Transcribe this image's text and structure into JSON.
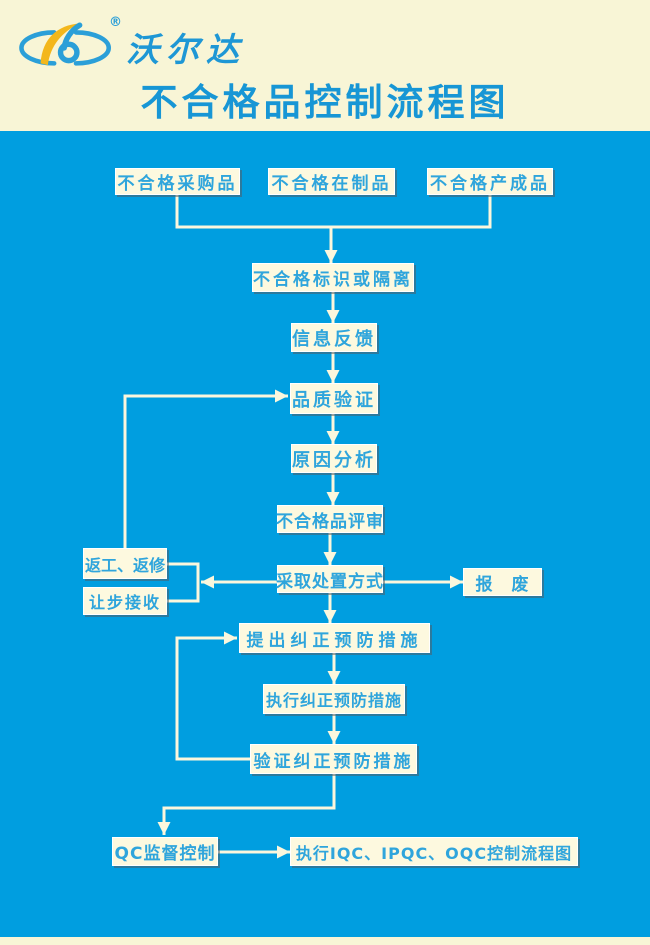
{
  "header": {
    "brand_name": "沃尔达",
    "registered_mark": "®",
    "title": "不合格品控制流程图"
  },
  "colors": {
    "page_background": "#F8F5D6",
    "flow_background": "#009EE0",
    "node_fill": "#FDF9DF",
    "node_text": "#2FA5DC",
    "title_text": "#1796D5",
    "logo_blue": "#2B9FD8",
    "logo_yellow": "#F3B71C",
    "connector": "#FBF7DD"
  },
  "flowchart": {
    "nodes": {
      "purchased": {
        "label": "不合格采购品"
      },
      "in_process": {
        "label": "不合格在制品"
      },
      "finished": {
        "label": "不合格产成品"
      },
      "identify": {
        "label": "不合格标识或隔离"
      },
      "feedback": {
        "label": "信息反馈"
      },
      "verify": {
        "label": "品质验证"
      },
      "analysis": {
        "label": "原因分析"
      },
      "review": {
        "label": "不合格品评审"
      },
      "dispose": {
        "label": "采取处置方式"
      },
      "rework": {
        "label": "返工、返修"
      },
      "concession": {
        "label": "让步接收"
      },
      "scrap": {
        "label": "报　废"
      },
      "propose": {
        "label": "提出纠正预防措施"
      },
      "execute": {
        "label": "执行纠正预防措施"
      },
      "validate": {
        "label": "验证纠正预防措施"
      },
      "qc": {
        "label": "QC监督控制"
      },
      "iqc_flow": {
        "label": "执行IQC、IPQC、OQC控制流程图"
      }
    },
    "edges": [
      {
        "from": "purchased",
        "to": "identify"
      },
      {
        "from": "in_process",
        "to": "identify"
      },
      {
        "from": "finished",
        "to": "identify"
      },
      {
        "from": "identify",
        "to": "feedback"
      },
      {
        "from": "feedback",
        "to": "verify"
      },
      {
        "from": "verify",
        "to": "analysis"
      },
      {
        "from": "analysis",
        "to": "review"
      },
      {
        "from": "review",
        "to": "dispose"
      },
      {
        "from": "dispose",
        "to": "rework"
      },
      {
        "from": "dispose",
        "to": "concession"
      },
      {
        "from": "dispose",
        "to": "scrap"
      },
      {
        "from": "dispose",
        "to": "propose"
      },
      {
        "from": "rework",
        "to": "verify"
      },
      {
        "from": "concession",
        "to": "verify"
      },
      {
        "from": "propose",
        "to": "execute"
      },
      {
        "from": "execute",
        "to": "validate"
      },
      {
        "from": "validate",
        "to": "propose"
      },
      {
        "from": "validate",
        "to": "qc"
      },
      {
        "from": "qc",
        "to": "iqc_flow"
      }
    ]
  }
}
